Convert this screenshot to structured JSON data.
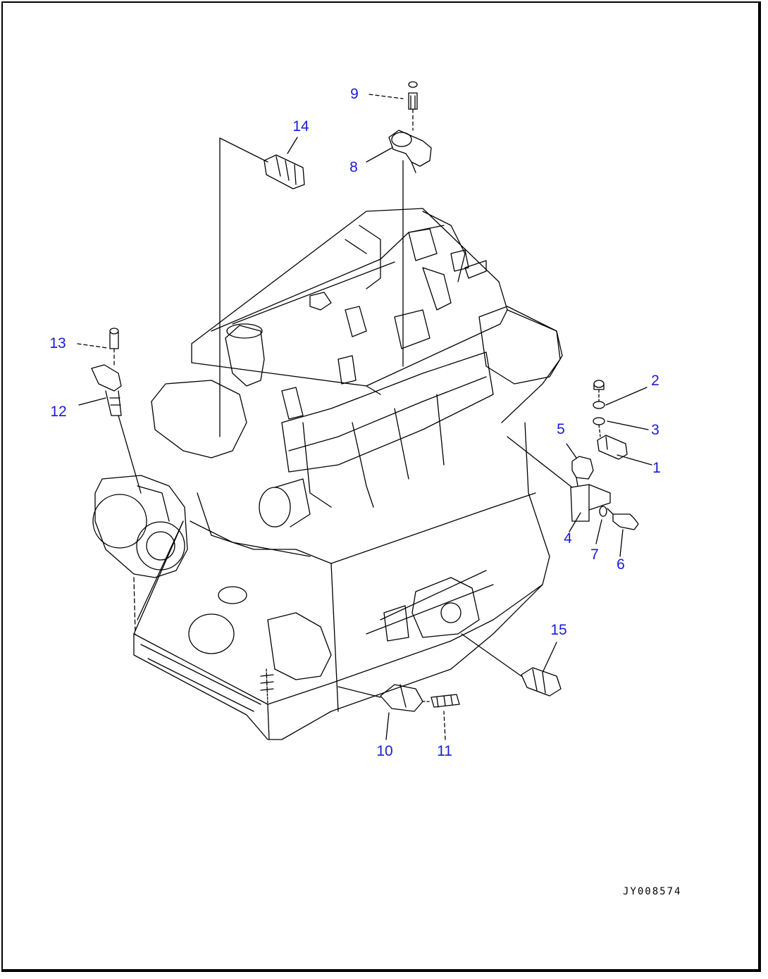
{
  "diagram": {
    "drawing_number": "JY008574",
    "callouts": [
      {
        "id": "c1",
        "label": "1"
      },
      {
        "id": "c2",
        "label": "2"
      },
      {
        "id": "c3",
        "label": "3"
      },
      {
        "id": "c4",
        "label": "4"
      },
      {
        "id": "c5",
        "label": "5"
      },
      {
        "id": "c6",
        "label": "6"
      },
      {
        "id": "c7",
        "label": "7"
      },
      {
        "id": "c8",
        "label": "8"
      },
      {
        "id": "c9",
        "label": "9"
      },
      {
        "id": "c10",
        "label": "10"
      },
      {
        "id": "c11",
        "label": "11"
      },
      {
        "id": "c12",
        "label": "12"
      },
      {
        "id": "c13",
        "label": "13"
      },
      {
        "id": "c14",
        "label": "14"
      },
      {
        "id": "c15",
        "label": "15"
      }
    ],
    "colors": {
      "callout": "#1a1adb",
      "line": "#000000",
      "background": "#ffffff"
    }
  }
}
